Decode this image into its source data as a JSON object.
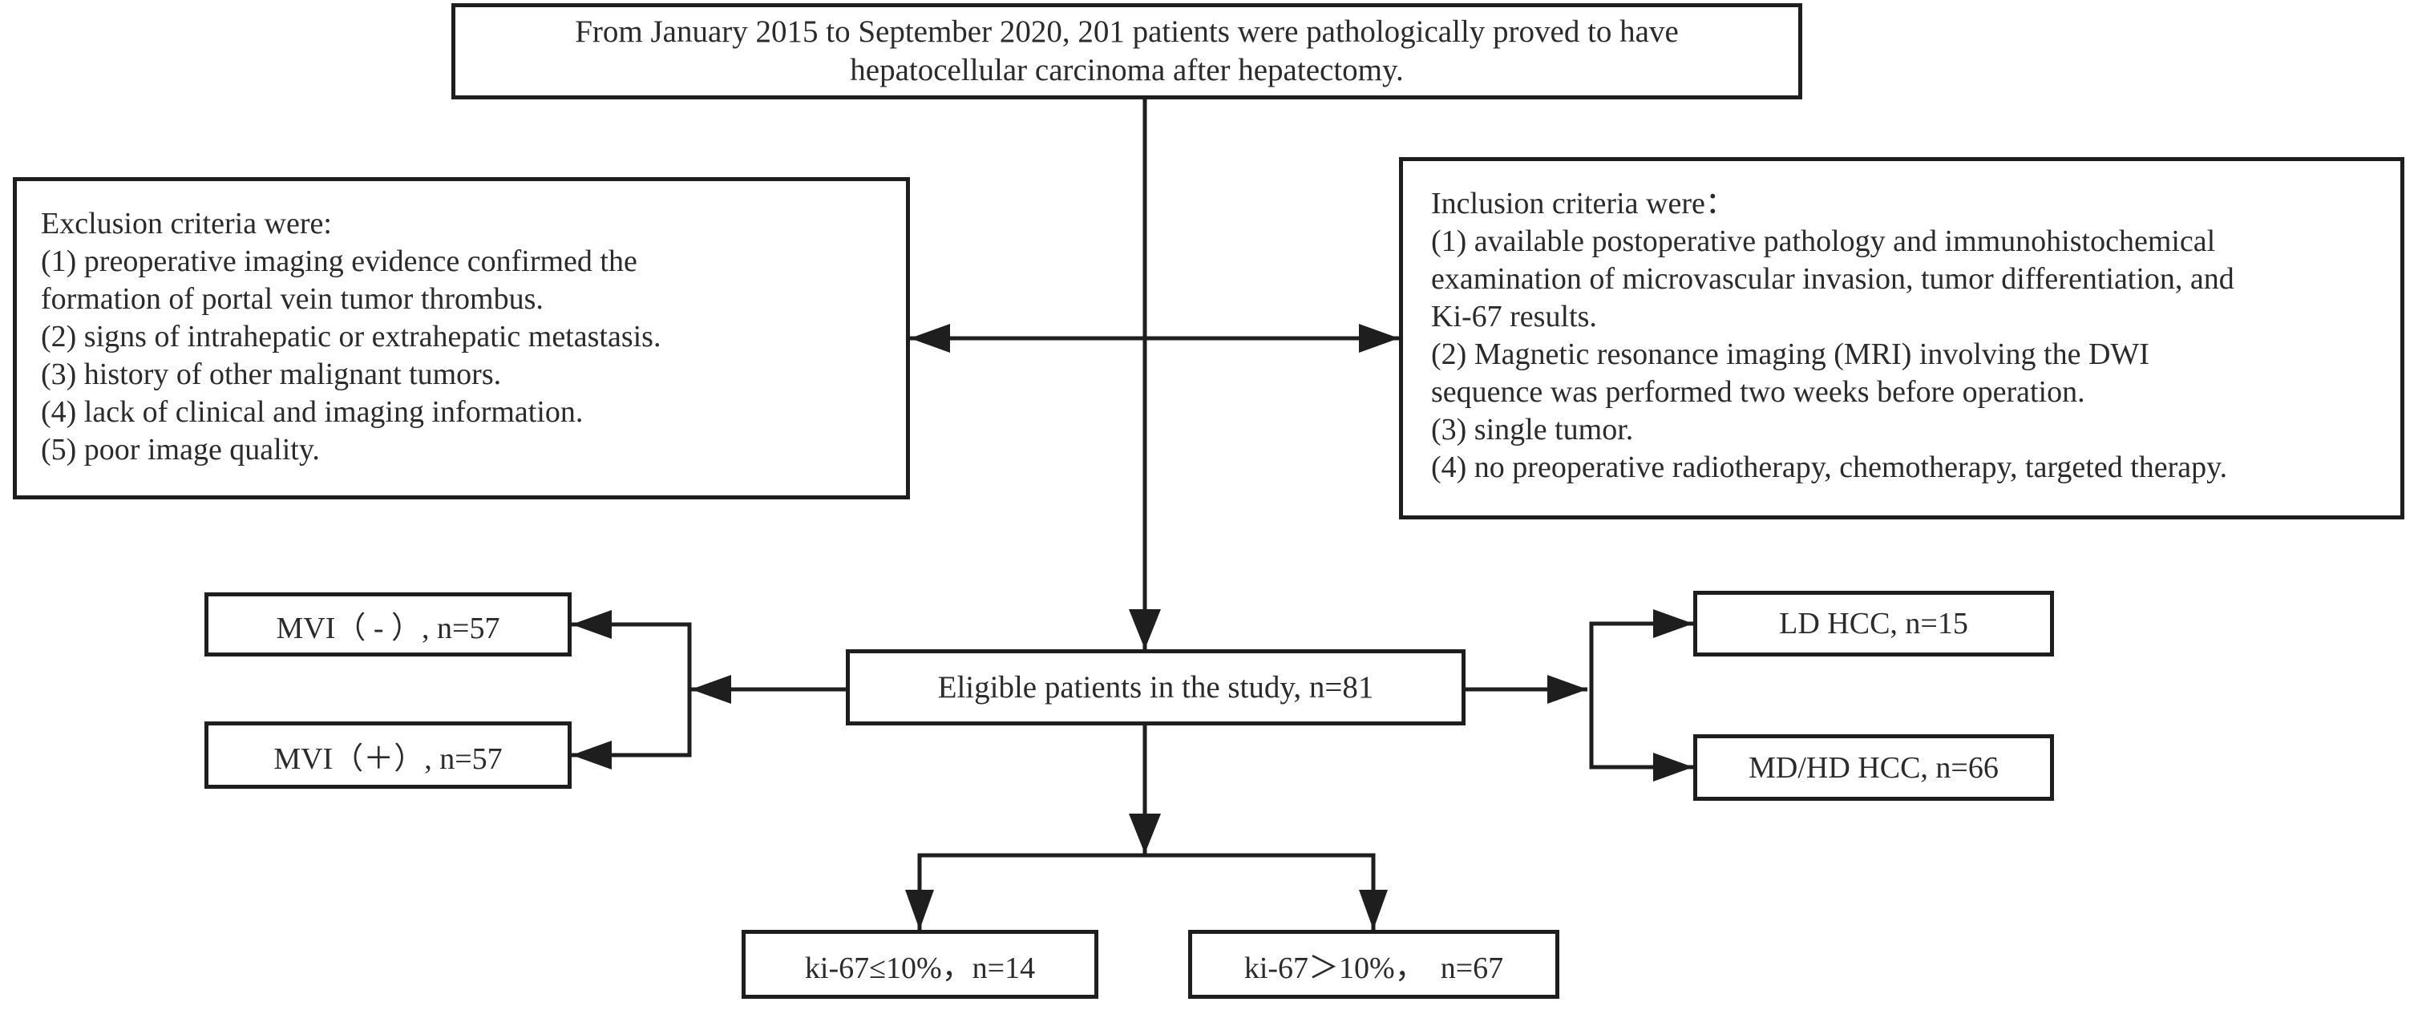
{
  "top_box": {
    "lines": [
      "From January 2015 to September 2020, 201 patients were pathologically proved to have",
      "hepatocellular carcinoma after hepatectomy."
    ]
  },
  "exclusion": {
    "heading": "Exclusion criteria were:",
    "lines": [
      "(1) preoperative imaging evidence confirmed the",
      "formation of portal vein tumor thrombus.",
      "(2) signs of intrahepatic or extrahepatic metastasis.",
      "(3) history of other malignant tumors.",
      "(4) lack of clinical and imaging information.",
      "(5) poor image quality."
    ]
  },
  "inclusion": {
    "heading": "Inclusion criteria were：",
    "lines": [
      "(1) available postoperative pathology and immunohistochemical",
      "examination of microvascular invasion, tumor differentiation, and",
      "Ki-67 results.",
      "(2) Magnetic resonance imaging (MRI) involving the DWI",
      "sequence was performed two weeks before operation.",
      "(3) single tumor.",
      "(4) no preoperative radiotherapy, chemotherapy, targeted therapy."
    ]
  },
  "eligible": {
    "label": "Eligible patients in the study, n=81"
  },
  "mvi": {
    "negative": "MVI（ - ）, n=57",
    "positive": "MVI（＋）, n=57"
  },
  "differentiation": {
    "ld": "LD HCC, n=15",
    "md_hd": "MD/HD HCC, n=66"
  },
  "ki67": {
    "low": "ki-67≤10%，n=14",
    "high": "ki-67＞10%，  n=67"
  },
  "colors": {
    "line": "#1e1e1e",
    "text": "#2b2b2b",
    "background": "#ffffff"
  }
}
